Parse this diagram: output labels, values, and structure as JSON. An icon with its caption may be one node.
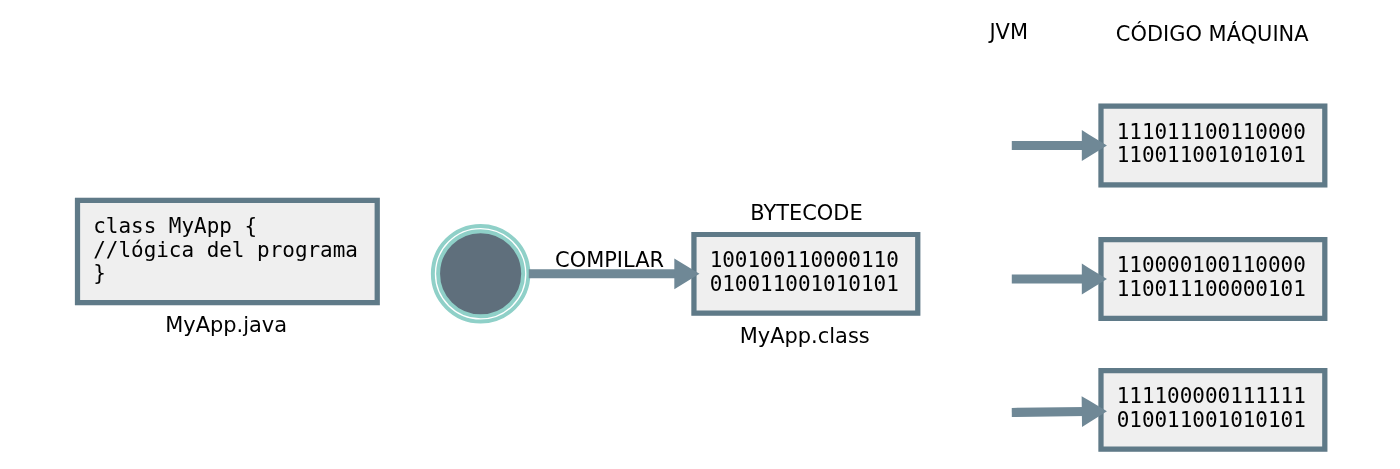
{
  "diagram": {
    "nodes": [
      {
        "text": [
          "class MyApp {",
          "//lógica del programa",
          "}"
        ],
        "beside": [
          "MyApp.java"
        ]
      },
      {
        "text": [],
        "shape": "picture"
      },
      {
        "text": [
          "BYTECODE",
          "100100110000110",
          "010011001010101"
        ],
        "beside": [
          "MyApp.class"
        ]
      },
      {
        "text": [
          "111011100110000",
          "110011001010101"
        ]
      },
      {
        "text": [
          "110000100110000",
          "110011100000101"
        ]
      },
      {
        "text": [
          "111100000111111",
          "010011001010101"
        ]
      }
    ],
    "edges": [
      {
        "from": 1,
        "to": 2,
        "arrow": "to",
        "label": "COMPILAR"
      },
      {
        "from": null,
        "to": 3,
        "arrow": "to"
      },
      {
        "from": null,
        "to": 4,
        "arrow": "to"
      },
      {
        "from": null,
        "to": 5,
        "arrow": "to"
      }
    ],
    "labels": [
      "JVM",
      "CÓDIGO MÁQUINA"
    ]
  }
}
